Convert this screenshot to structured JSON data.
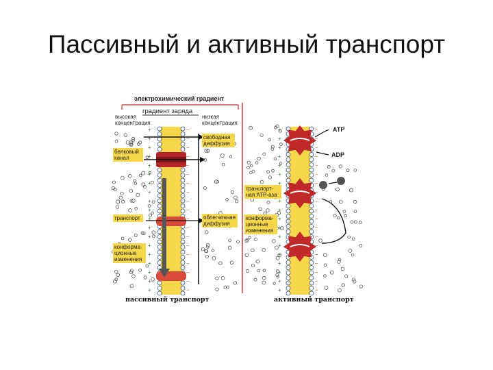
{
  "slide": {
    "title": "Пассивный и активный транспорт"
  },
  "passive": {
    "gradient_electro": "электрохимический градиент",
    "gradient_charge": "градиент заряда",
    "high_conc": "высокая концентрация",
    "low_conc": "низкая концентрация",
    "free_diffusion": "свободная диффузия",
    "protein_channel": "белковый канал",
    "transporter": "транспорт",
    "facilitated": "облегченная диффузия",
    "conform": "конформа-ционные изменения",
    "caption": "пассивный транспорт"
  },
  "active": {
    "atp": "ATP",
    "adp": "ADP",
    "atpase": "транспорт-ная ATP-аза",
    "conform": "конформа-ционные изменения",
    "caption": "активный транспорт"
  },
  "colors": {
    "lipid": "#f6d64a",
    "label_box": "#f6d64a",
    "protein": "#c0282a",
    "plus": "#2a7a2a",
    "minus": "#c8531e",
    "divider": "#d03030"
  }
}
